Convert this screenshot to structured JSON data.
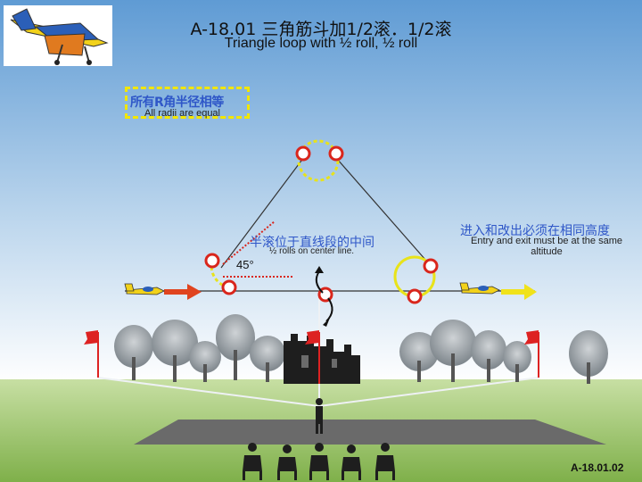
{
  "header": {
    "title_cn": "A-18.01 三角筋斗加1/2滚．1/2滚",
    "title_en": "Triangle loop with ½ roll, ½ roll"
  },
  "notes": {
    "radii_cn": "所有R角半径相等",
    "radii_en": "All radii are equal",
    "half_rolls_cn": "半滚位于直线段的中间",
    "half_rolls_en": "½ rolls on center line.",
    "entry_exit_cn": "进入和改出必须在相同高度",
    "entry_exit_en": "Entry and exit must be at the same altitude",
    "angle": "45°"
  },
  "footer": {
    "figure_id": "A-18.01.02"
  },
  "colors": {
    "sky_top": "#6fa7d9",
    "grass": "#9cc86a",
    "radius_marker": "#d9261c",
    "radius_dash": "#e8e31a",
    "arrow_entry": "#e0441f",
    "arrow_exit": "#f0e21a",
    "text_blue": "#2f57c8"
  },
  "icons": [
    "aerobatic-plane-icon",
    "flag-icon",
    "tree-icon",
    "castle-icon",
    "pilot-icon",
    "spectator-icon"
  ]
}
